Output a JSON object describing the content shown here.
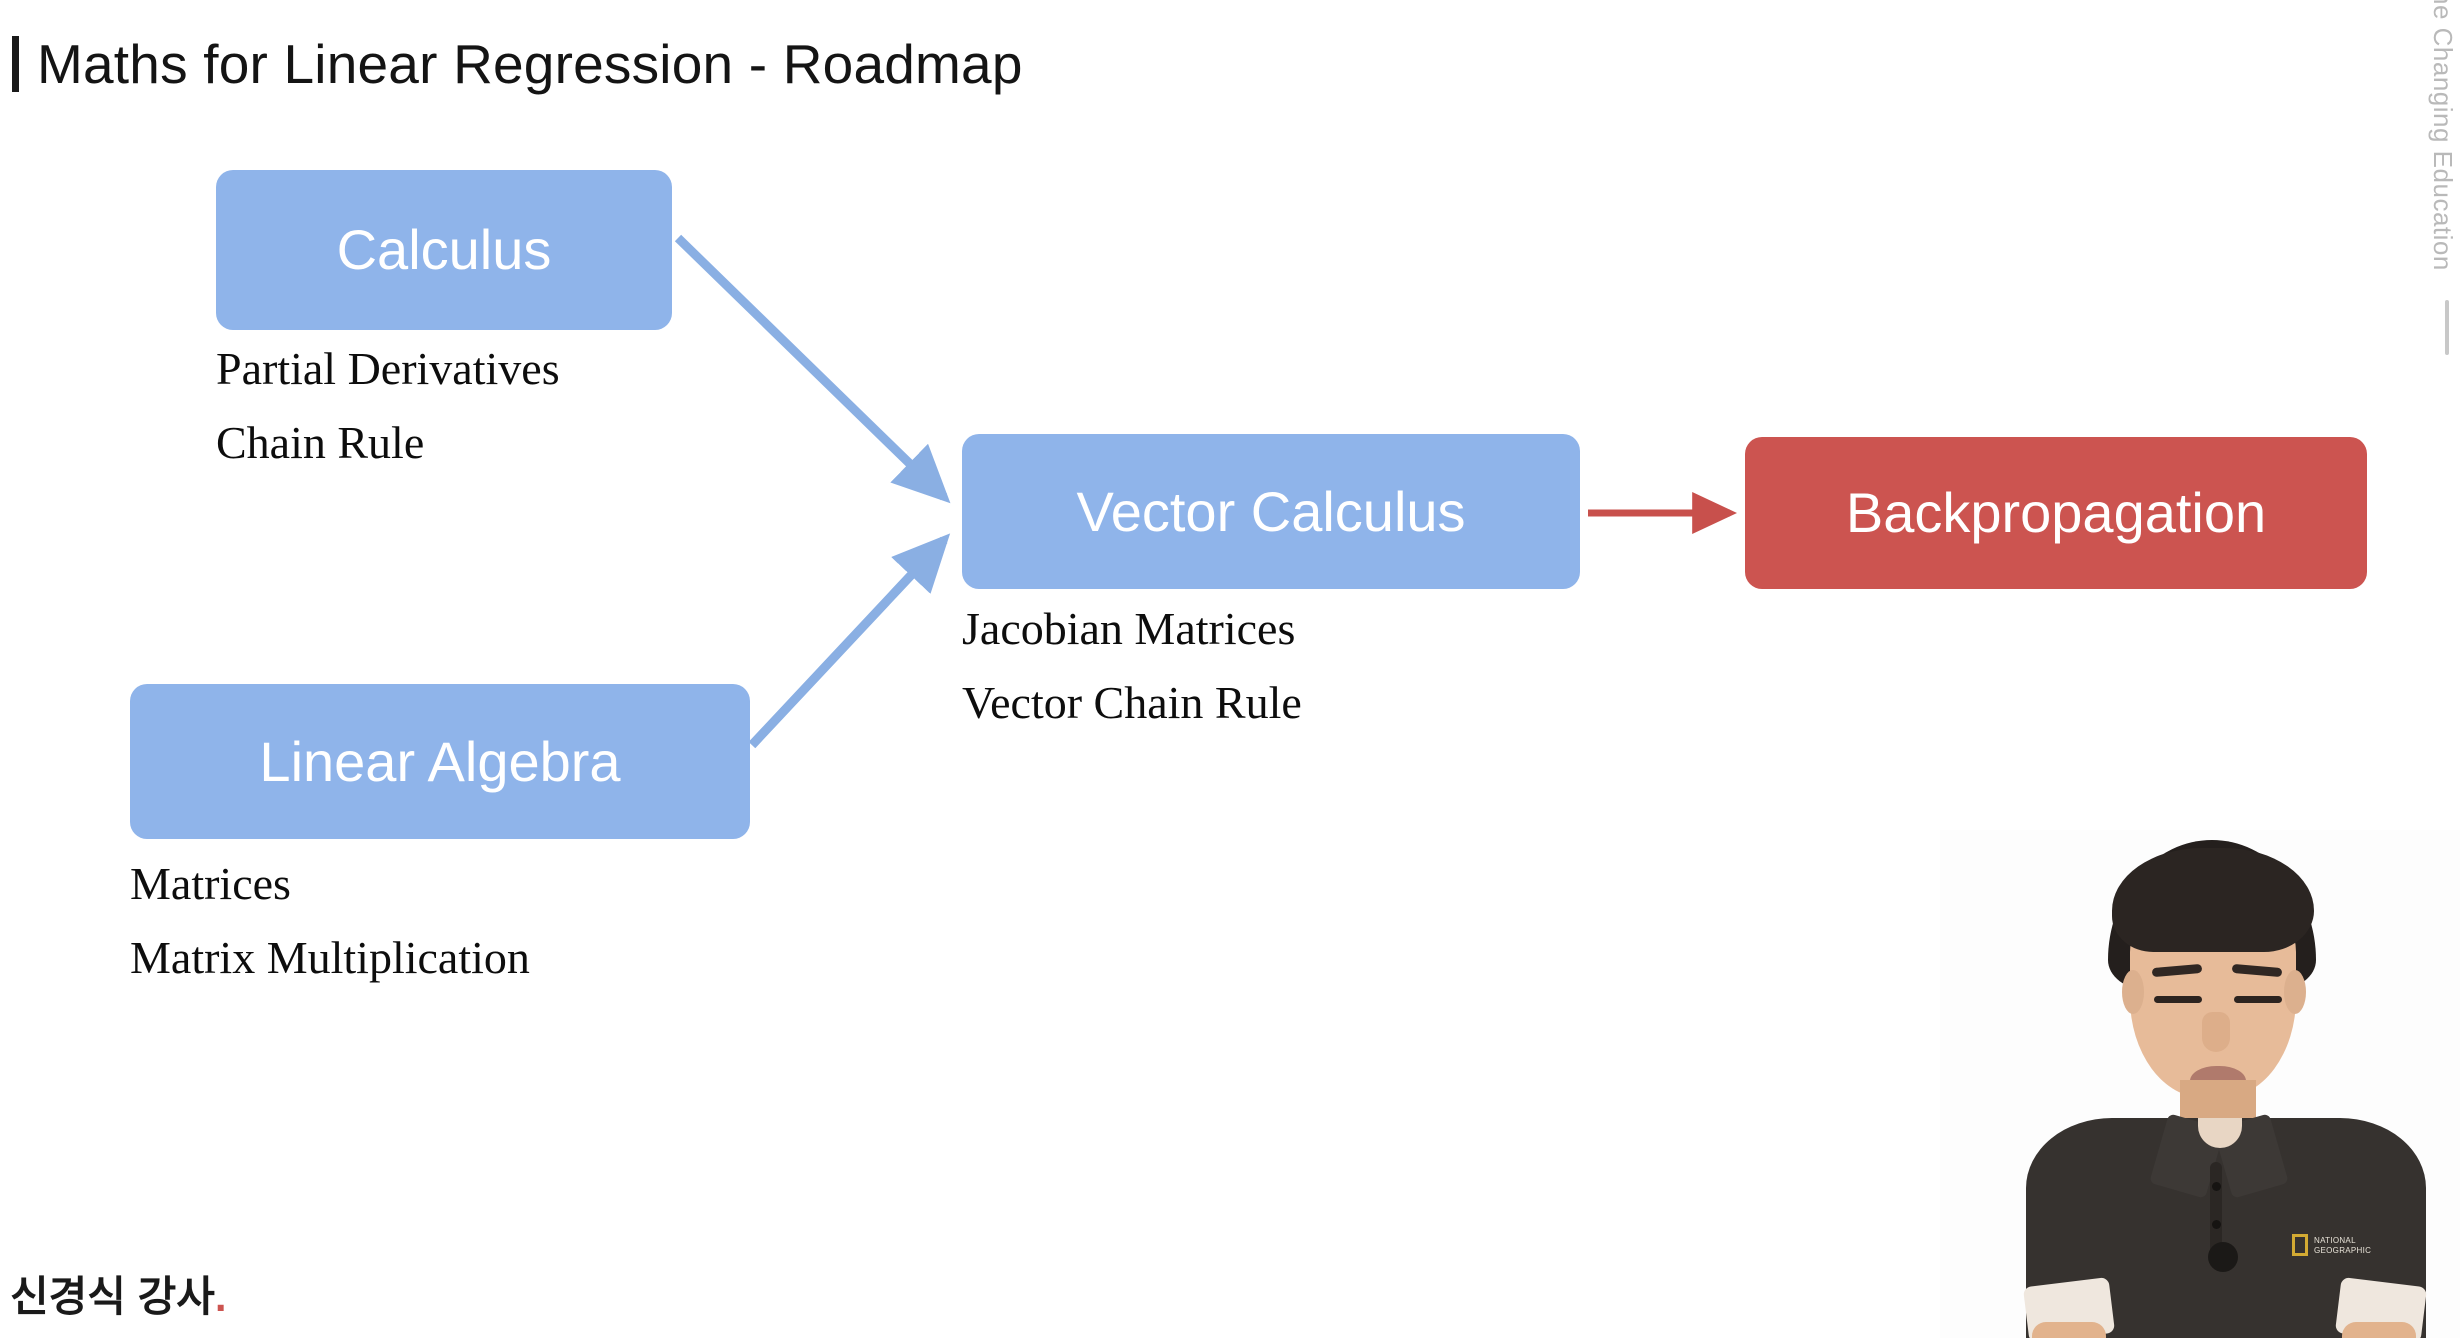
{
  "slide": {
    "title": "Maths for Linear Regression - Roadmap",
    "background_color": "#FFFFFF",
    "accent_bar_color": "#1A1A1A"
  },
  "colors": {
    "node_blue": "#8FB4EA",
    "node_red": "#CC5450",
    "arrow_blue": "#8AAFE3",
    "arrow_red": "#C8504C",
    "body_text": "#0D0D0D",
    "node_text": "#FFFFFF"
  },
  "diagram": {
    "type": "flow-roadmap",
    "nodes": [
      {
        "id": "calculus",
        "label": "Calculus",
        "color": "#8FB4EA",
        "sub_items": [
          "Partial Derivatives",
          "Chain Rule"
        ]
      },
      {
        "id": "linear-algebra",
        "label": "Linear Algebra",
        "color": "#8FB4EA",
        "sub_items": [
          "Matrices",
          "Matrix Multiplication"
        ]
      },
      {
        "id": "vector-calculus",
        "label": "Vector Calculus",
        "color": "#8FB4EA",
        "sub_items": [
          "Jacobian Matrices",
          "Vector Chain Rule"
        ]
      },
      {
        "id": "backpropagation",
        "label": "Backpropagation",
        "color": "#CC5450",
        "sub_items": []
      }
    ],
    "edges": [
      {
        "from": "calculus",
        "to": "vector-calculus",
        "color": "#8AAFE3"
      },
      {
        "from": "linear-algebra",
        "to": "vector-calculus",
        "color": "#8AAFE3"
      },
      {
        "from": "vector-calculus",
        "to": "backpropagation",
        "color": "#C8504C"
      }
    ]
  },
  "footer": {
    "instructor": "신경식 강사",
    "dot": "."
  },
  "watermark": {
    "vertical_text": "ne Changing Education"
  },
  "presenter": {
    "shirt_logo_line1": "NATIONAL",
    "shirt_logo_line2": "GEOGRAPHIC"
  }
}
